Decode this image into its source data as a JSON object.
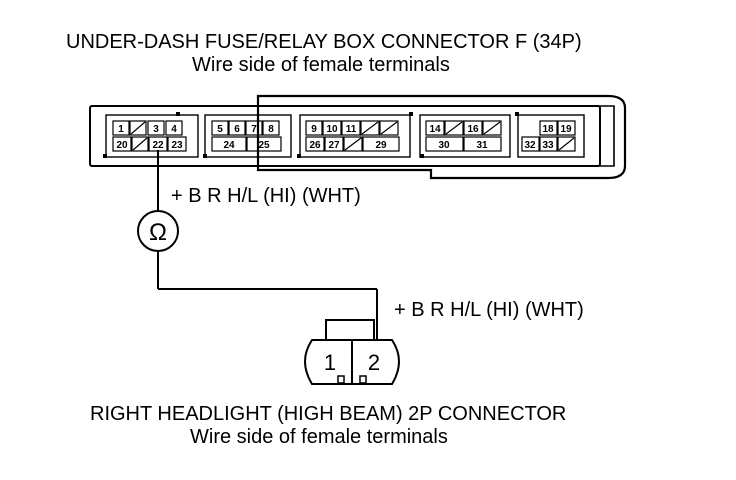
{
  "fuse_box": {
    "title": "UNDER-DASH FUSE/RELAY BOX CONNECTOR F (34P)",
    "subtitle": "Wire side of female terminals",
    "terminals": [
      "1",
      "3",
      "4",
      "5",
      "6",
      "7",
      "8",
      "9",
      "10",
      "11",
      "14",
      "16",
      "18",
      "19",
      "20",
      "22",
      "23",
      "24",
      "25",
      "26",
      "27",
      "29",
      "30",
      "31",
      "32",
      "33"
    ]
  },
  "wire_top_label": "+ B R H/L (HI) (WHT)",
  "wire_bottom_label": "+ B R H/L (HI) (WHT)",
  "ohmmeter_symbol": "Ω",
  "headlight": {
    "title": "RIGHT HEADLIGHT (HIGH BEAM) 2P CONNECTOR",
    "subtitle": "Wire side of female terminals",
    "pins": [
      "1",
      "2"
    ]
  }
}
